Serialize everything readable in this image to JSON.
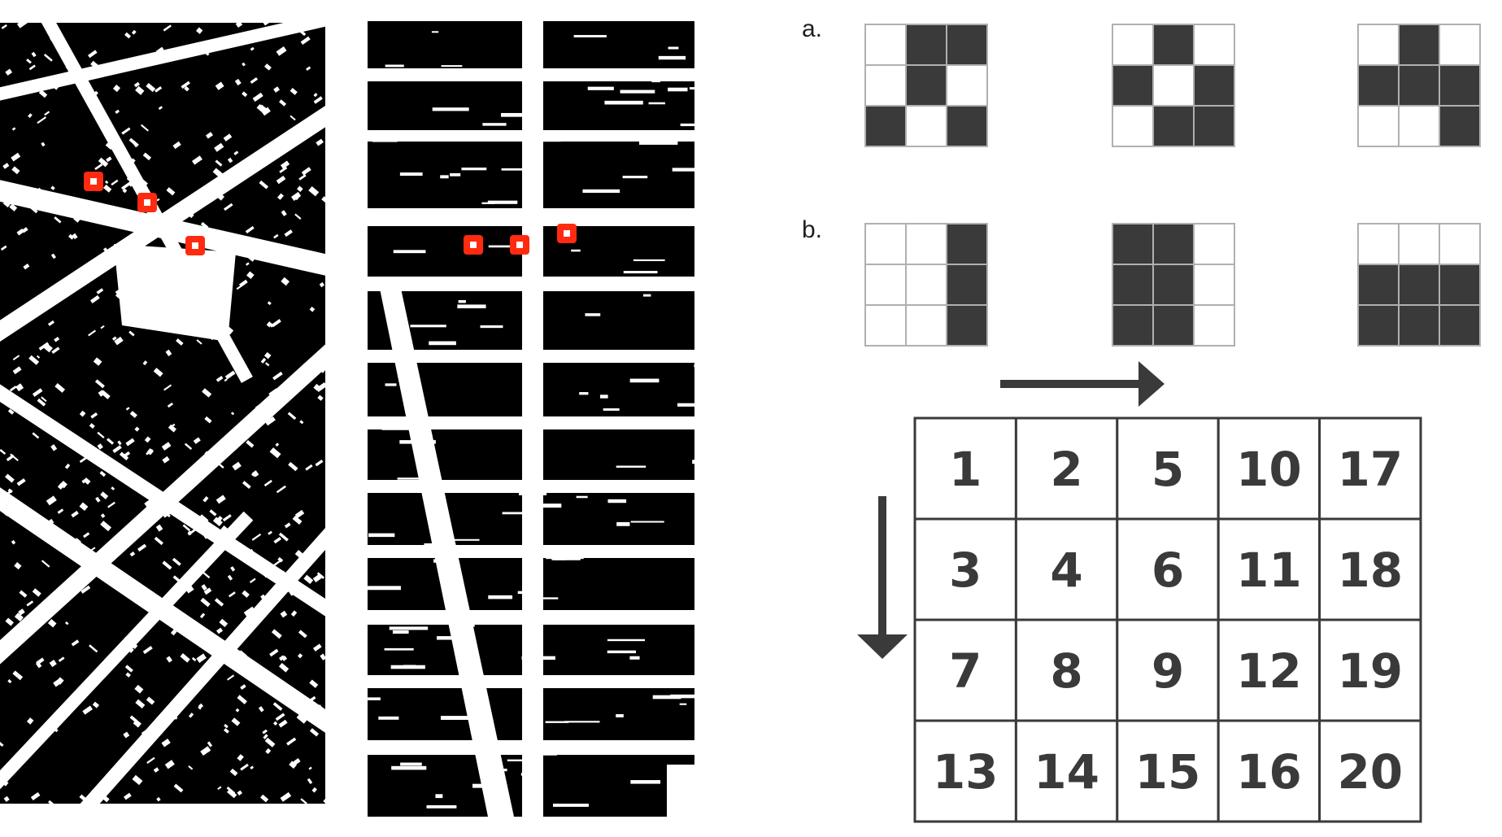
{
  "patterns": {
    "a": {
      "label": "a.",
      "grids": [
        [
          [
            0,
            1,
            1
          ],
          [
            0,
            1,
            0
          ],
          [
            1,
            0,
            1
          ]
        ],
        [
          [
            0,
            1,
            0
          ],
          [
            1,
            0,
            1
          ],
          [
            0,
            1,
            1
          ]
        ],
        [
          [
            0,
            1,
            0
          ],
          [
            1,
            1,
            1
          ],
          [
            0,
            0,
            1
          ]
        ]
      ]
    },
    "b": {
      "label": "b.",
      "grids": [
        [
          [
            0,
            0,
            1
          ],
          [
            0,
            0,
            1
          ],
          [
            0,
            0,
            1
          ]
        ],
        [
          [
            1,
            1,
            0
          ],
          [
            1,
            1,
            0
          ],
          [
            1,
            1,
            0
          ]
        ],
        [
          [
            0,
            0,
            0
          ],
          [
            1,
            1,
            1
          ],
          [
            1,
            1,
            1
          ]
        ]
      ]
    }
  },
  "ordering_grid": {
    "rows": [
      [
        "1",
        "2",
        "5",
        "10",
        "17"
      ],
      [
        "3",
        "4",
        "6",
        "11",
        "18"
      ],
      [
        "7",
        "8",
        "9",
        "12",
        "19"
      ],
      [
        "13",
        "14",
        "15",
        "16",
        "20"
      ]
    ]
  },
  "maps": [
    {
      "name": "diagonal-street-map",
      "marker_count": 3
    },
    {
      "name": "rectilinear-street-map",
      "marker_count": 3
    }
  ],
  "colors": {
    "filled_cell": "#3a3a3a",
    "empty_cell": "#ffffff",
    "cell_border": "#b0b0b0",
    "building": "#000000",
    "marker": "#ff2a10",
    "grid_line": "#3a3a3a"
  }
}
